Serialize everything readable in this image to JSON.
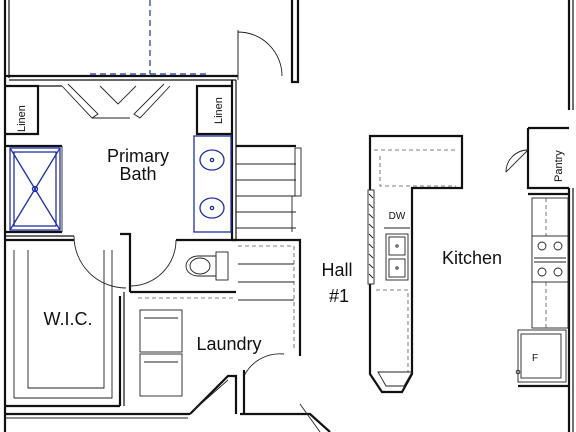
{
  "rooms": {
    "linen_left": "Linen",
    "linen_right": "Linen",
    "primary_bath_line1": "Primary",
    "primary_bath_line2": "Bath",
    "wic": "W.I.C.",
    "laundry": "Laundry",
    "hall_line1": "Hall",
    "hall_line2": "#1",
    "kitchen": "Kitchen",
    "pantry": "Pantry"
  },
  "fixtures": {
    "dishwasher": "DW",
    "fridge": "F"
  },
  "colors": {
    "wall": "#111111",
    "plumbing_blue": "#1f2fa8",
    "background": "#ffffff"
  }
}
